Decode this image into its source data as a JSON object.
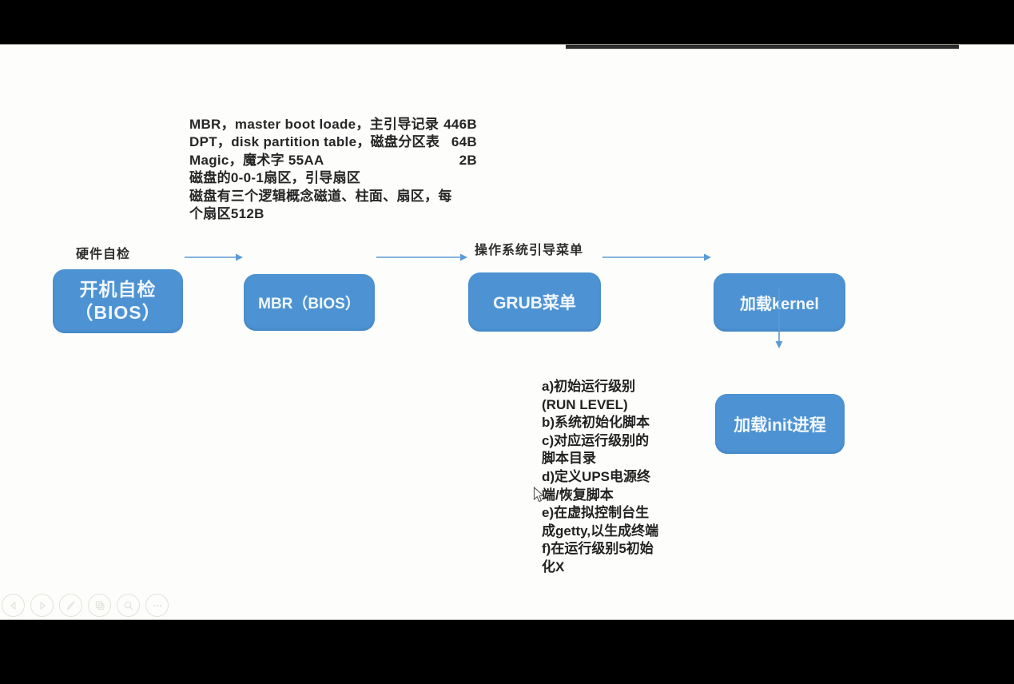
{
  "colors": {
    "box_blue": "#4d93d3",
    "arrow_blue": "#5b9bd5",
    "slide_background": "#fdfdfb",
    "letterbox_black": "#000000"
  },
  "notes_top": {
    "rows": [
      {
        "text": "MBR，master boot loade，主引导记录",
        "size": "446B"
      },
      {
        "text": "DPT，disk partition table，磁盘分区表",
        "size": "64B"
      },
      {
        "text": "Magic，魔术字 55AA",
        "size": "2B"
      }
    ],
    "extra_lines": [
      "磁盘的0-0-1扇区，引导扇区",
      "磁盘有三个逻辑概念磁道、柱面、扇区，每",
      "个扇区512B"
    ]
  },
  "flowchart": {
    "hw_label": "硬件自检",
    "os_label": "操作系统引导菜单",
    "nodes": [
      {
        "line1": "开机自检",
        "line2": "（BIOS）"
      },
      {
        "line1": "MBR（BIOS）"
      },
      {
        "line1": "GRUB菜单"
      },
      {
        "line1": "加载kernel"
      },
      {
        "line1": "加载init进程"
      }
    ]
  },
  "init_steps": {
    "lines": [
      "a)初始运行级别",
      "(RUN LEVEL)",
      "b)系统初始化脚本",
      "c)对应运行级别的",
      "脚本目录",
      "d)定义UPS电源终",
      "端/恢复脚本",
      "e)在虚拟控制台生",
      "成getty,以生成终端",
      "f)在运行级别5初始",
      "化X"
    ]
  },
  "toolbar": {
    "buttons": [
      "previous-slide",
      "next-slide",
      "pen",
      "slides",
      "magnifier",
      "more"
    ]
  }
}
